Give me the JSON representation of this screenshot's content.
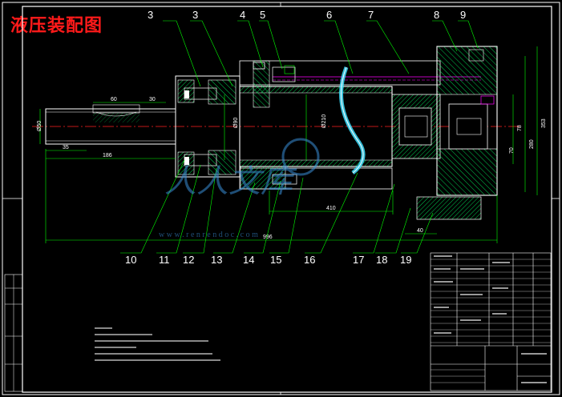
{
  "title": "液压装配图",
  "part_numbers_top": [
    "3",
    "4",
    "5",
    "6",
    "7",
    "8",
    "9"
  ],
  "part_numbers_bottom": [
    "10",
    "11",
    "12",
    "13",
    "14",
    "15",
    "16",
    "17",
    "18",
    "19"
  ],
  "dimensions": {
    "d_60": "60",
    "d_30": "30",
    "d_phi50": "Ø50",
    "d_35": "35",
    "d_186": "186",
    "d_phi90": "Ø90",
    "d_phi210": "Ø210",
    "d_410": "410",
    "d_996": "996",
    "d_40": "40",
    "d_70": "70",
    "d_280": "280",
    "d_353": "353",
    "d_78": "78"
  },
  "watermark": {
    "logo_text": "人人文库",
    "url": "w w w . r e n r e n d o c . c o m"
  },
  "colors": {
    "background": "#000000",
    "line": "#ffffff",
    "dimension": "#00ff00",
    "center_line": "#ff2020",
    "hatch": "#00ff66",
    "pipe": "#40e0ff",
    "accent": "#ff00ff",
    "title": "#ff1a1a",
    "watermark": "#3a8fd8"
  }
}
